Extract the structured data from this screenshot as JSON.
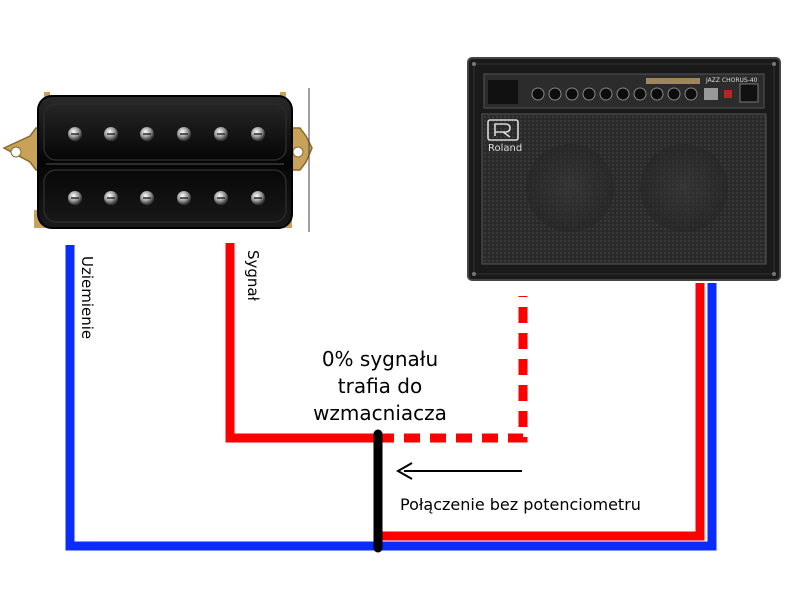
{
  "labels": {
    "ground": "Uziemienie",
    "signal": "Sygnał",
    "main_line1": "0% sygnału",
    "main_line2": "trafia do",
    "main_line3": "wzmacniacza",
    "connection": "Połączenie bez potenciometru"
  },
  "amp": {
    "brand": "Roland",
    "model": "JAZZ CHORUS-40"
  },
  "colors": {
    "ground_wire": "#0a2cff",
    "signal_wire": "#ff0000",
    "short_wire": "#000000",
    "pickup_body": "#0b0b0b",
    "pickup_bracket": "#c9a25a",
    "amp_body": "#1a1a1a",
    "amp_grille": "#2b2b2b"
  }
}
